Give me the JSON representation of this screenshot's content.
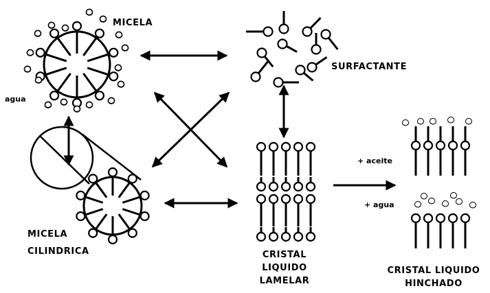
{
  "labels": {
    "micela": "MICELA",
    "agua": "agua",
    "surfactante": "SURFACTANTE",
    "micela_cilindrica_1": "MICELA",
    "micela_cilindrica_2": "CILINDRICA",
    "cristal_lamelar_1": "CRISTAL",
    "cristal_lamelar_2": "LIQUIDO",
    "cristal_lamelar_3": "LAMELAR",
    "aceite": "+ aceite",
    "agua_add": "+ agua",
    "cristal_hinchado_1": "CRISTAL LIQUIDO",
    "cristal_hinchado_2": "HINCHADO"
  },
  "colors": {
    "ink": "#000000",
    "paper": "#ffffff"
  },
  "icons": {
    "surfactant": "head-circle-with-tail",
    "water": "small-droplet",
    "arrow": "double-headed-arrow"
  }
}
